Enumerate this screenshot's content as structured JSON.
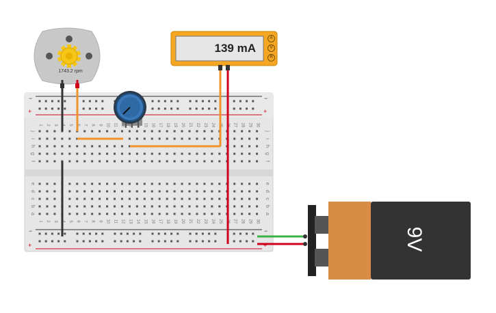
{
  "multimeter": {
    "reading": "139 mA",
    "mode_buttons": [
      "A",
      "V",
      "R"
    ],
    "colors": {
      "body": "#f5a623",
      "screen": "#e6e6e6"
    }
  },
  "motor": {
    "speed": "1743.2 rpm",
    "colors": {
      "body": "#c8c8c8",
      "gear": "#f5c518"
    }
  },
  "breadboard": {
    "column_numbers": [
      "1",
      "2",
      "3",
      "4",
      "5",
      "6",
      "7",
      "8",
      "9",
      "10",
      "11",
      "12",
      "13",
      "14",
      "15",
      "16",
      "17",
      "18",
      "19",
      "20",
      "21",
      "22",
      "23",
      "24",
      "25",
      "26",
      "27",
      "28",
      "29",
      "30"
    ],
    "top_row_letters": [
      "j",
      "i",
      "h",
      "g",
      "f"
    ],
    "bottom_row_letters": [
      "e",
      "d",
      "c",
      "b",
      "a"
    ],
    "rail_plus": "+",
    "rail_minus": "−",
    "colors": {
      "body": "#e6e6e6",
      "hole": "#555555",
      "rail_red": "#d0021b",
      "rail_black": "#333333"
    }
  },
  "battery": {
    "label": "9V",
    "colors": {
      "body": "#333333",
      "band": "#d98c45"
    }
  },
  "wires": {
    "colors": {
      "black": "#333333",
      "red": "#d0021b",
      "orange": "#f0932b",
      "green": "#3cb043"
    }
  }
}
